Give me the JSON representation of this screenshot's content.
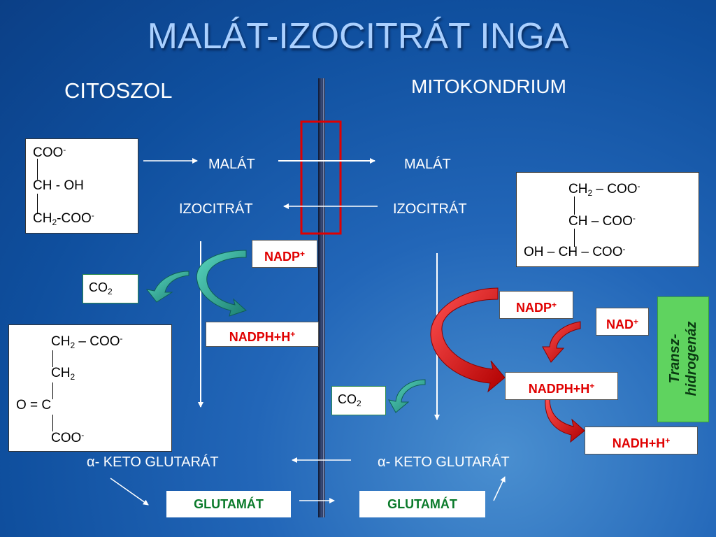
{
  "title": "MALÁT-IZOCITRÁT INGA",
  "headers": {
    "left": "CITOSZOL",
    "right": "MITOKONDRIUM"
  },
  "labels": {
    "malat_left": "MALÁT",
    "malat_right": "MALÁT",
    "izo_left": "IZOCITRÁT",
    "izo_right": "IZOCITRÁT",
    "keto_left": "- KETO GLUTARÁT",
    "keto_right": "- KETO GLUTARÁT",
    "alpha": "α"
  },
  "tags": {
    "nadp_left": "NADP",
    "nadph_left": "NADPH+H",
    "nadp_right": "NADP",
    "nad": "NAD",
    "nadph_right": "NADPH+H",
    "nadh": "NADH+H",
    "plus": "+"
  },
  "co2": {
    "main": "CO",
    "sub": "2"
  },
  "glutamat": {
    "left": "GLUTAMÁT",
    "right": "GLUTAMÁT"
  },
  "enzyme": {
    "line1": "Transz-",
    "line2": "hidrogenáz"
  },
  "malat_box": {
    "line1": "COO",
    "line1_sup": "-",
    "line2": "CH - OH",
    "line3a": "CH",
    "line3_sub": "2",
    "line3b": "-COO",
    "line3_sup": "-"
  },
  "izocitrat_box": {
    "line1a": "CH",
    "line1_sub": "2",
    "line1b": " – COO",
    "line1_sup": "-",
    "line2": "CH – COO",
    "line2_sup": "-",
    "line3": "OH – CH – COO",
    "line3_sup": "-"
  },
  "keto_box": {
    "line1a": "CH",
    "line1_sub": "2",
    "line1b": " – COO",
    "line1_sup": "-",
    "line2a": "CH",
    "line2_sub": "2",
    "line3": "O = C",
    "line4": "COO",
    "line4_sup": "-"
  },
  "colors": {
    "red": "#e00000",
    "teal": "#2a9f8c",
    "green": "#0a7a2a",
    "membrane": "#1c2b50",
    "enzyme_bg": "#5fd35f"
  }
}
